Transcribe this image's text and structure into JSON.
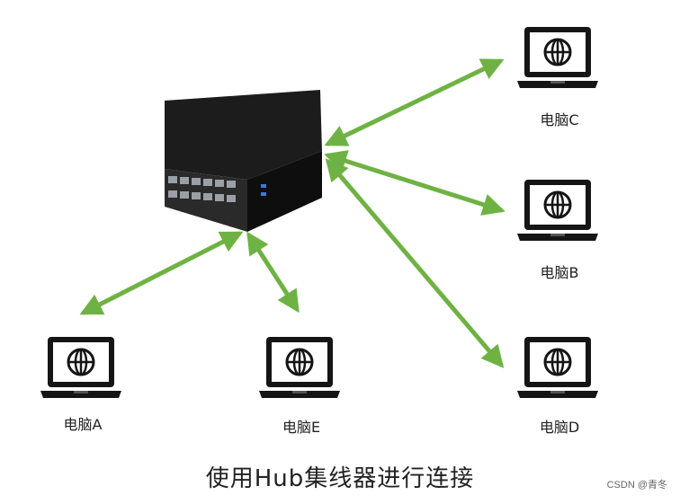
{
  "hub": {
    "icon": "network-hub-icon"
  },
  "computers": [
    {
      "label": "电脑C",
      "icon": "laptop-globe-icon"
    },
    {
      "label": "电脑B",
      "icon": "laptop-globe-icon"
    },
    {
      "label": "电脑D",
      "icon": "laptop-globe-icon"
    },
    {
      "label": "电脑A",
      "icon": "laptop-globe-icon"
    },
    {
      "label": "电脑E",
      "icon": "laptop-globe-icon"
    }
  ],
  "caption": "使用Hub集线器进行连接",
  "watermark": "CSDN @青冬",
  "colors": {
    "arrow": "#6fb244",
    "device": "#151515",
    "label": "#222222"
  }
}
